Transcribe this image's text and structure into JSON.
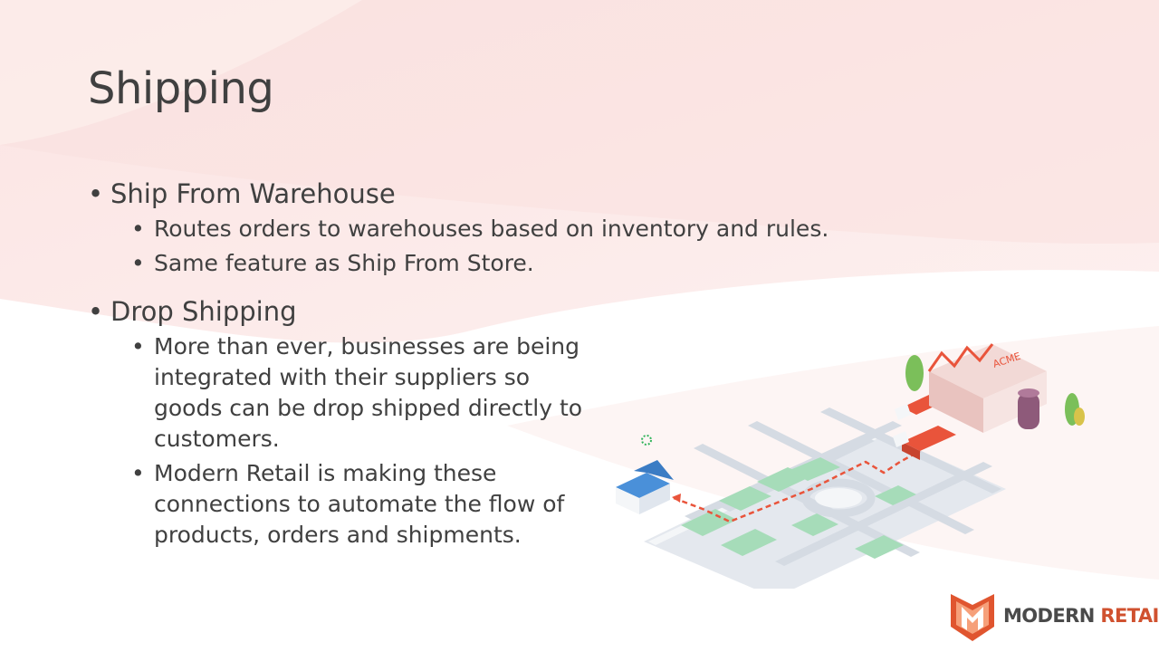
{
  "slide": {
    "title": "Shipping",
    "sections": [
      {
        "heading": "Ship From Warehouse",
        "items": [
          "Routes orders to warehouses based on inventory and rules.",
          "Same feature as Ship From Store."
        ]
      },
      {
        "heading": "Drop Shipping",
        "items": [
          "More than ever, businesses are being integrated with their suppliers so goods can be drop shipped directly to customers.",
          "Modern Retail is making these connections to automate the flow of products, orders and shipments."
        ]
      }
    ]
  },
  "illustration": {
    "factory_sign": "ACME"
  },
  "logo": {
    "word_1": "MODERN",
    "word_2": "RETAIL"
  },
  "colors": {
    "text": "#404040",
    "accent": "#e9543b",
    "block_green": "#a6dcb9",
    "house_blue": "#4a90d9",
    "bg_pink": "#fbe4e3"
  }
}
